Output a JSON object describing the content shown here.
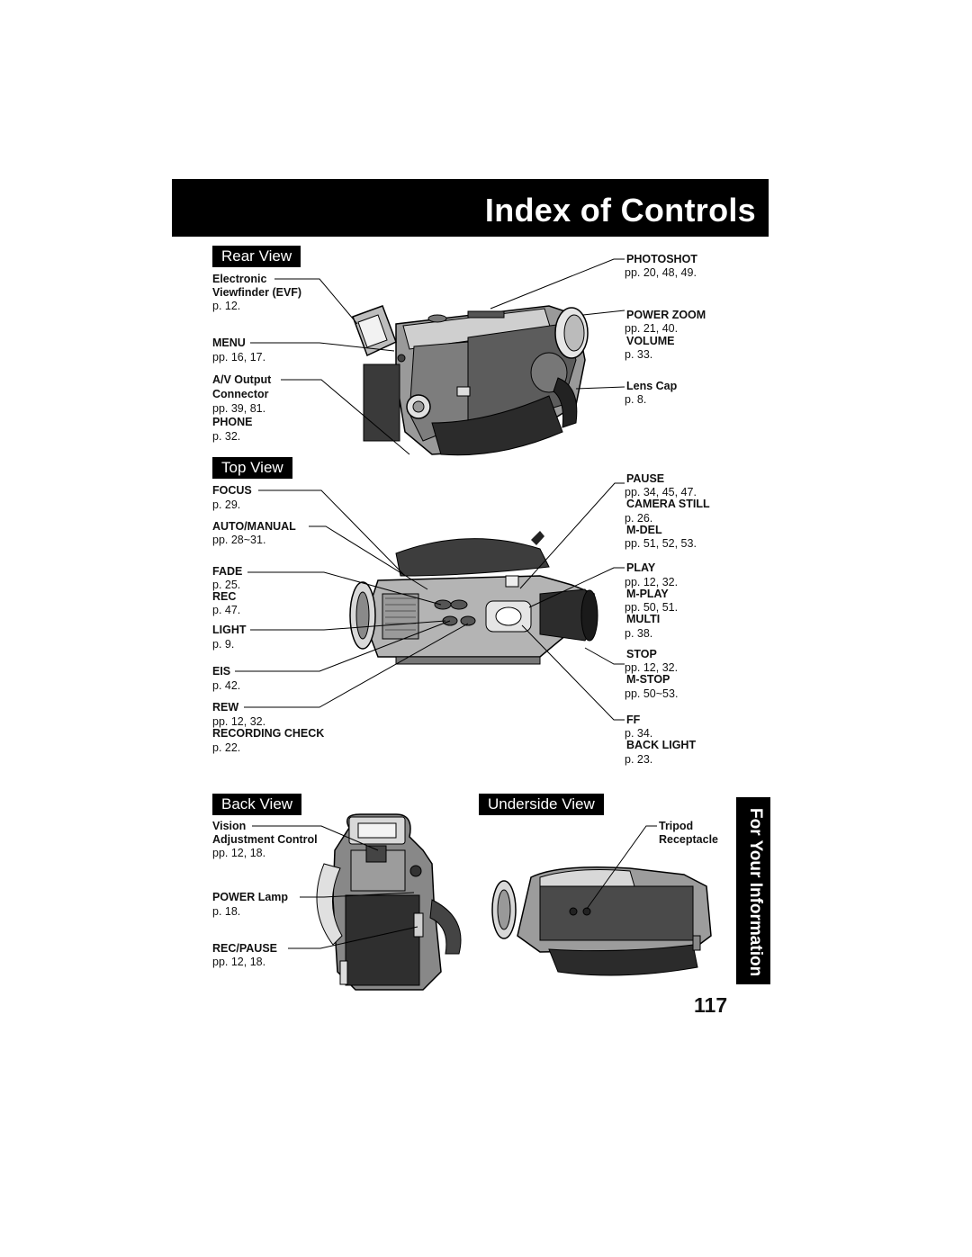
{
  "header": {
    "title": "Index of Controls"
  },
  "sections": {
    "rear": "Rear View",
    "top": "Top View",
    "back": "Back View",
    "underside": "Underside View"
  },
  "side_tab": "For Your Information",
  "page_number": "117",
  "rear_labels": {
    "evf_1": "Electronic",
    "evf_2": "Viewfinder (EVF)",
    "evf_p": "p. 12.",
    "menu": "MENU",
    "menu_p": "pp. 16, 17.",
    "av_1": "A/V Output",
    "av_2": "Connector",
    "av_p": "pp. 39, 81.",
    "phone": "PHONE",
    "phone_p": "p. 32.",
    "photoshot": "PHOTOSHOT",
    "photoshot_p": "pp. 20, 48, 49.",
    "power_zoom": "POWER ZOOM",
    "power_zoom_p": "pp. 21, 40.",
    "volume": "VOLUME",
    "volume_p": "p. 33.",
    "lens_cap": "Lens Cap",
    "lens_cap_p": "p. 8."
  },
  "top_labels": {
    "focus": "FOCUS",
    "focus_p": "p. 29.",
    "auto_manual": "AUTO/MANUAL",
    "auto_manual_p": "pp. 28~31.",
    "fade": "FADE",
    "fade_p": "p. 25.",
    "rec": "REC",
    "rec_p": "p. 47.",
    "light": "LIGHT",
    "light_p": "p. 9.",
    "eis": "EIS",
    "eis_p": "p. 42.",
    "rew": "REW",
    "rew_p": "pp. 12, 32.",
    "rec_check": "RECORDING CHECK",
    "rec_check_p": "p. 22.",
    "pause": "PAUSE",
    "pause_p": "pp. 34, 45, 47.",
    "camera_still": "CAMERA STILL",
    "camera_still_p": "p. 26.",
    "m_del": "M-DEL",
    "m_del_p": "pp. 51, 52, 53.",
    "play": "PLAY",
    "play_p": "pp. 12, 32.",
    "m_play": "M-PLAY",
    "m_play_p": "pp. 50, 51.",
    "multi": "MULTI",
    "multi_p": "p. 38.",
    "stop": "STOP",
    "stop_p": "pp. 12, 32.",
    "m_stop": "M-STOP",
    "m_stop_p": "pp. 50~53.",
    "ff": "FF",
    "ff_p": "p. 34.",
    "back_light": "BACK LIGHT",
    "back_light_p": "p. 23."
  },
  "back_labels": {
    "vision_1": "Vision",
    "vision_2": "Adjustment Control",
    "vision_p": "pp. 12, 18.",
    "power_lamp": "POWER Lamp",
    "power_lamp_p": "p. 18.",
    "rec_pause": "REC/PAUSE",
    "rec_pause_p": "pp. 12, 18."
  },
  "underside_labels": {
    "tripod_1": "Tripod",
    "tripod_2": "Receptacle"
  }
}
